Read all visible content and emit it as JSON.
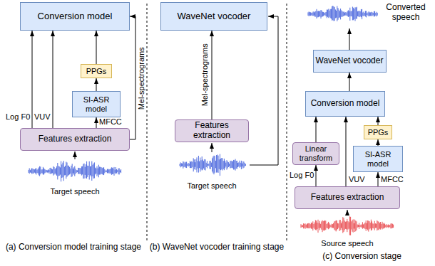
{
  "diagram": {
    "nodes": [
      {
        "text": [
          "Conversion model"
        ]
      },
      {
        "text": [
          "PPGs"
        ]
      },
      {
        "text": [
          "SI-ASR model"
        ]
      },
      {
        "text": [
          "Features extraction"
        ]
      },
      {
        "text": [
          "WaveNet vocoder"
        ]
      },
      {
        "text": [
          "Features extraction"
        ]
      },
      {
        "text": [
          "WaveNet vocoder"
        ]
      },
      {
        "text": [
          "Conversion model"
        ]
      },
      {
        "text": [
          "Linear transform"
        ]
      },
      {
        "text": [
          "PPGs"
        ]
      },
      {
        "text": [
          "SI-ASR model"
        ]
      },
      {
        "text": [
          "Features extraction"
        ]
      }
    ],
    "edges": [
      {
        "from": 3,
        "to": 0,
        "label": "Log F0",
        "arrow": "to"
      },
      {
        "from": 3,
        "to": 0,
        "label": "VUV",
        "arrow": "to"
      },
      {
        "from": 3,
        "to": 2,
        "label": "MFCC",
        "arrow": "to"
      },
      {
        "from": 2,
        "to": 1,
        "arrow": "to"
      },
      {
        "from": 1,
        "to": 0,
        "arrow": "to"
      },
      {
        "from": 3,
        "to": 0,
        "label": "Mel-spectrograms",
        "arrow": "to"
      },
      {
        "from": 5,
        "to": 4,
        "label": "Mel-spectrograms",
        "arrow": "to"
      },
      {
        "from": 11,
        "to": 8,
        "label": "Log F0",
        "arrow": "to"
      },
      {
        "from": 8,
        "to": 7,
        "arrow": "to"
      },
      {
        "from": 11,
        "to": 7,
        "label": "VUV",
        "arrow": "to"
      },
      {
        "from": 11,
        "to": 10,
        "label": "MFCC",
        "arrow": "to"
      },
      {
        "from": 10,
        "to": 9,
        "arrow": "to"
      },
      {
        "from": 9,
        "to": 7,
        "arrow": "to"
      },
      {
        "from": 7,
        "to": 6,
        "arrow": "to"
      }
    ],
    "labels": [
      "Target speech",
      "Target speech",
      "Converted speech",
      "Source speech",
      "(a) Conversion model training stage",
      "(b) WaveNet vocoder training stage",
      "(c) Conversion stage"
    ]
  }
}
